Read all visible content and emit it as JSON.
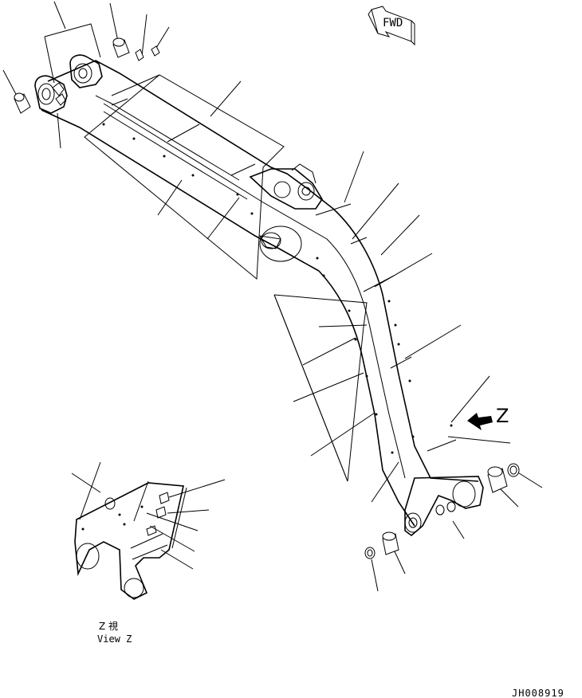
{
  "diagram": {
    "fwd_label": "FWD",
    "view_marker": "Z",
    "view_caption_jp": "Z 視",
    "view_caption_en": "View Z",
    "drawing_id": "JH008919"
  }
}
